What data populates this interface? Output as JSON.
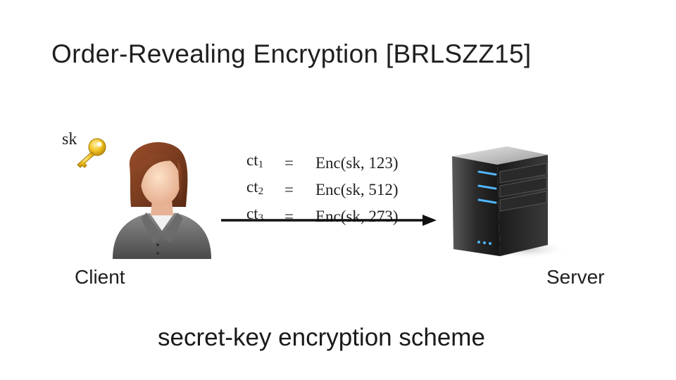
{
  "title": "Order-Revealing Encryption [BRLSZZ15]",
  "client": {
    "key_label": "sk",
    "label": "Client"
  },
  "server": {
    "label": "Server"
  },
  "ciphertexts": [
    {
      "name": "ct",
      "index": "1",
      "eq": "=",
      "value": "Enc(sk, 123)"
    },
    {
      "name": "ct",
      "index": "2",
      "eq": "=",
      "value": "Enc(sk, 512)"
    },
    {
      "name": "ct",
      "index": "3",
      "eq": "=",
      "value": "Enc(sk, 273)"
    }
  ],
  "caption": "secret-key encryption scheme",
  "icons": {
    "key": "key-icon",
    "client": "person-icon",
    "server": "server-icon"
  },
  "colors": {
    "key_gold": "#e8b923",
    "arrow": "#111111",
    "server_body": "#2b2b2b",
    "server_led": "#4fb6ff"
  }
}
